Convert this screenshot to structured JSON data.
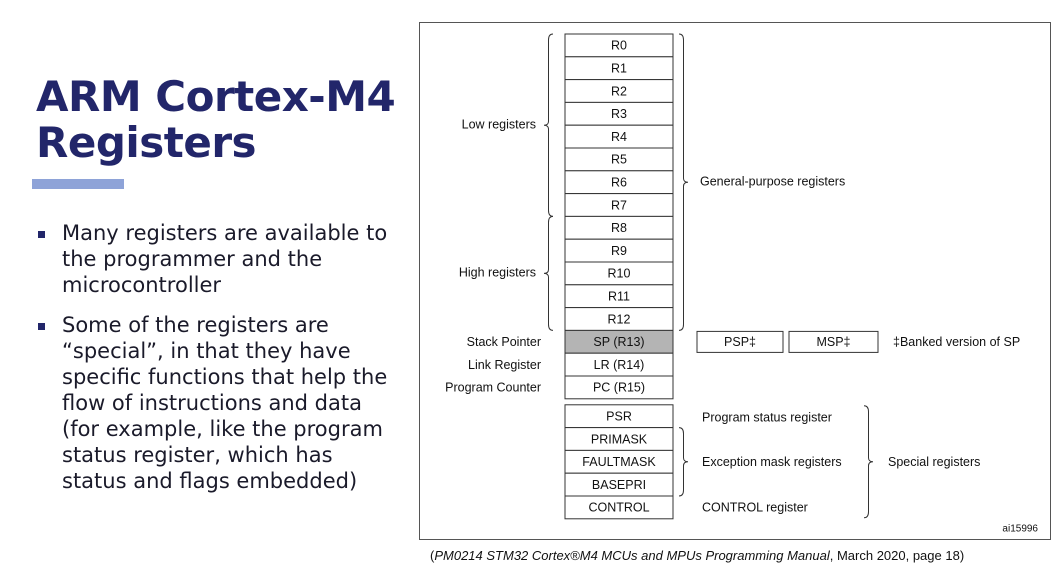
{
  "slide": {
    "title": "ARM Cortex-M4 Registers",
    "bullets": [
      "Many registers are available to the programmer and the microcontroller",
      "Some of the registers are “special”, in that they have specific functions that help the flow of instructions and data (for example, like the program status register, which has status and flags embedded)"
    ]
  },
  "diagram": {
    "general_registers": [
      "R0",
      "R1",
      "R2",
      "R3",
      "R4",
      "R5",
      "R6",
      "R7",
      "R8",
      "R9",
      "R10",
      "R11",
      "R12"
    ],
    "special_function": [
      {
        "label": "Stack Pointer",
        "register": "SP (R13)",
        "shaded": true
      },
      {
        "label": "Link Register",
        "register": "LR (R14)",
        "shaded": false
      },
      {
        "label": "Program Counter",
        "register": "PC (R15)",
        "shaded": false
      }
    ],
    "banked": {
      "psp": "PSP",
      "msp": "MSP",
      "mark": "‡",
      "note": "Banked version of SP"
    },
    "special_registers": [
      "PSR",
      "PRIMASK",
      "FAULTMASK",
      "BASEPRI",
      "CONTROL"
    ],
    "labels": {
      "low": "Low registers",
      "high": "High registers",
      "general": "General-purpose registers",
      "psr_desc": "Program status register",
      "exception_desc": "Exception mask registers",
      "control_desc": "CONTROL register",
      "special": "Special registers",
      "fig_id": "ai15996"
    },
    "colors": {
      "shaded_fill": "#b4b4b4",
      "line": "#333333"
    }
  },
  "caption": {
    "open": "(",
    "source": "PM0214 STM32 Cortex®M4 MCUs and MPUs Programming Manual",
    "rest": ", March 2020, page 18)"
  }
}
